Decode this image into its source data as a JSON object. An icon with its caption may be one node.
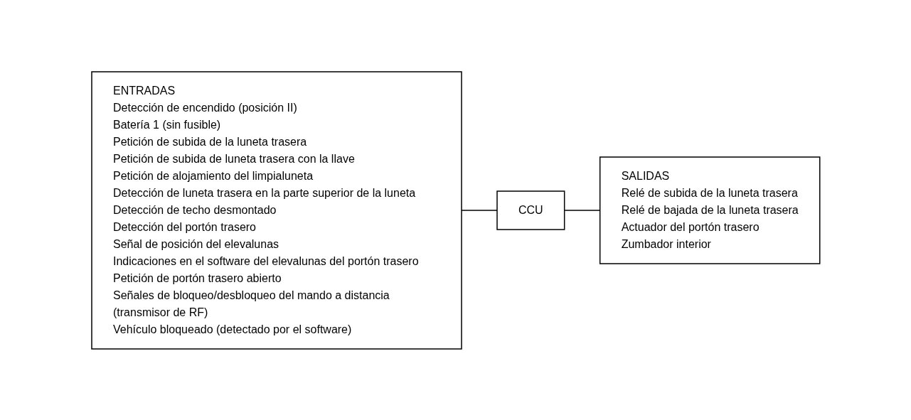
{
  "diagram": {
    "nodes": [
      {
        "text": [
          "ENTRADAS",
          "Detección de encendido (posición II)",
          "Batería 1 (sin fusible)",
          "Petición de subida de la luneta trasera",
          "Petición de subida de luneta trasera con la llave",
          "Petición de alojamiento del limpialuneta",
          "Detección de luneta trasera en la parte superior de la luneta",
          "Detección de techo desmontado",
          "Detección del portón trasero",
          "Señal de posición del elevalunas",
          "Indicaciones en el software del elevalunas del portón trasero",
          "Petición de portón trasero abierto",
          "Señales de bloqueo/desbloqueo del mando a distancia (transmisor de RF)",
          "Vehículo bloqueado (detectado por el software)"
        ]
      },
      {
        "text": [
          "CCU"
        ]
      },
      {
        "text": [
          "SALIDAS",
          "Relé de subida de la luneta trasera",
          "Relé de bajada de la luneta trasera",
          "Actuador del portón trasero",
          "Zumbador interior"
        ]
      }
    ],
    "edges": [
      {
        "from": 0,
        "to": 1,
        "arrow": "none"
      },
      {
        "from": 1,
        "to": 2,
        "arrow": "none"
      }
    ]
  }
}
